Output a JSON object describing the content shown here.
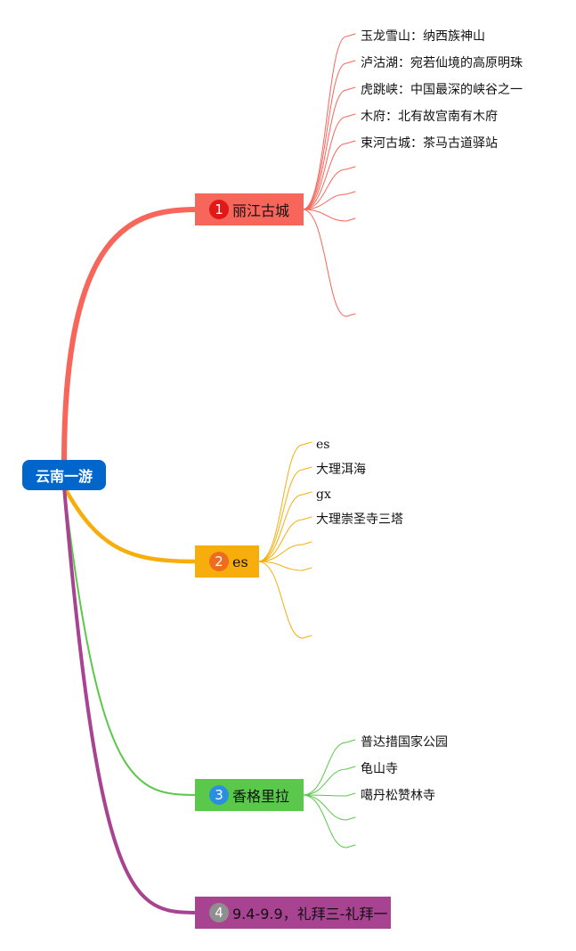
{
  "root": {
    "label": "云南一游",
    "color": "#0066cc"
  },
  "branches": [
    {
      "number": "1",
      "label": "丽江古城",
      "color": "#f8655a",
      "badge_color": "#e01818",
      "children": [
        "玉龙雪山：纳西族神山",
        "泸沽湖：宛若仙境的高原明珠",
        "虎跳峡：中国最深的峡谷之一",
        "木府：北有故宫南有木府",
        "束河古城：茶马古道驿站"
      ]
    },
    {
      "number": "2",
      "label": "es",
      "color": "#f7ae0c",
      "badge_color": "#ee6b20",
      "children": [
        "es",
        "大理洱海",
        "gx",
        "大理崇圣寺三塔"
      ]
    },
    {
      "number": "3",
      "label": "香格里拉",
      "color": "#5ac84a",
      "badge_color": "#2b8fe0",
      "children": [
        "普达措国家公园",
        "龟山寺",
        "噶丹松赞林寺"
      ]
    },
    {
      "number": "4",
      "label": "9.4-9.9，礼拜三-礼拜一",
      "color": "#a84391",
      "badge_color": "#8f8f8f",
      "children": []
    }
  ]
}
